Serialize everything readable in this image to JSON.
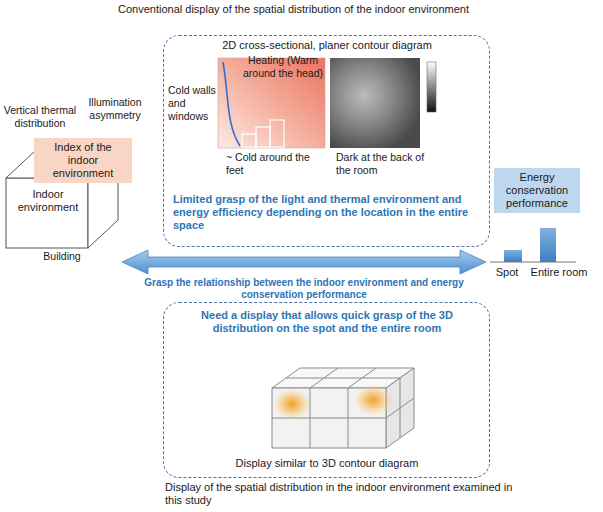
{
  "diagram": {
    "nodes": [
      {
        "text": [
          "2D cross-sectional, planer contour diagram",
          "Limited grasp of the light and thermal environment and energy efficiency depending on the location in the entire space"
        ]
      },
      {
        "text": [
          "Index of the indoor environment"
        ]
      },
      {
        "text": [
          "Indoor environment"
        ]
      },
      {
        "text": [
          "Energy conservation performance"
        ]
      },
      {
        "text": [
          "Spot",
          "Entire room"
        ]
      },
      {
        "text": [
          "Need a display that allows quick grasp of the 3D distribution on the spot and the entire room",
          "Display similar to 3D contour diagram"
        ]
      }
    ],
    "edges": [
      {
        "from": 2,
        "to": 4,
        "arrow": "both",
        "label": "Grasp the relationship between the indoor environment and energy conservation performance"
      }
    ],
    "labels": [
      "Conventional display of the spatial distribution of the indoor environment",
      "Cold walls and windows",
      "Heating (Warm around the head)",
      "~ Cold around the feet",
      "Dark at the back of the room",
      "Vertical thermal distribution",
      "Illumination asymmetry",
      "Building",
      "Display of the spatial distribution in the indoor environment examined in this study"
    ]
  }
}
